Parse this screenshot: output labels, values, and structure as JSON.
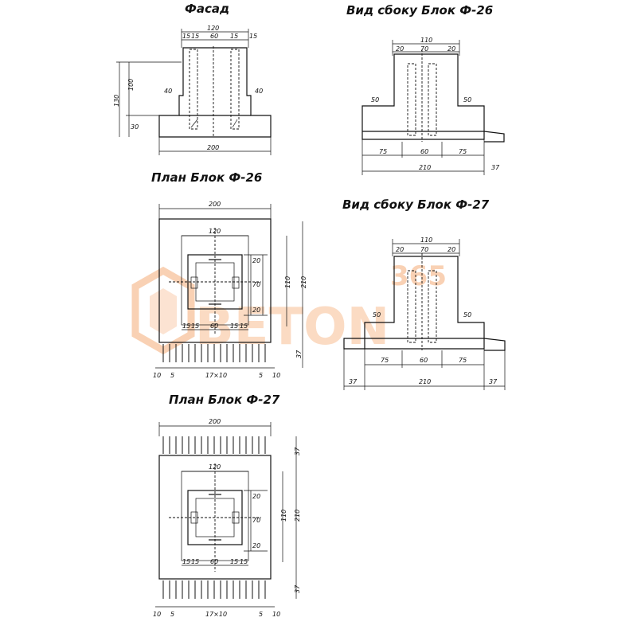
{
  "titles": {
    "facade": "Фасад",
    "side_f26": "Вид сбоку    Блок Ф-26",
    "plan_f26": "План   Блок Ф-26",
    "side_f27": "Вид сбоку    Блок Ф-27",
    "plan_f27": "План   Блок Ф-27"
  },
  "facade": {
    "d_top": "120",
    "d_15a": "15",
    "d_15b": "15",
    "d_60": "60",
    "d_15c": "15",
    "d_15d": "15",
    "d_40l": "40",
    "d_40r": "40",
    "d_total_h": "130",
    "d_upper_h": "100",
    "d_lower_h": "30",
    "d_width": "200"
  },
  "side_f26": {
    "d_110": "110",
    "d_20a": "20",
    "d_70": "70",
    "d_20b": "20",
    "d_50l": "50",
    "d_50r": "50",
    "d_75a": "75",
    "d_60": "60",
    "d_75b": "75",
    "d_210": "210",
    "d_37": "37"
  },
  "plan_f26": {
    "d_200": "200",
    "d_120": "120",
    "d_15a": "15",
    "d_15b": "15",
    "d_60": "60",
    "d_15c": "15",
    "d_15d": "15",
    "d_r20a": "20",
    "d_r70": "70",
    "d_r20b": "20",
    "d_110": "110",
    "d_210": "210",
    "d_37": "37",
    "d_10a": "10",
    "d_5a": "5",
    "d_17x10": "17×10",
    "d_5b": "5",
    "d_10b": "10"
  },
  "side_f27": {
    "d_110": "110",
    "d_20a": "20",
    "d_70": "70",
    "d_20b": "20",
    "d_50l": "50",
    "d_50r": "50",
    "d_75a": "75",
    "d_60": "60",
    "d_75b": "75",
    "d_37a": "37",
    "d_210": "210",
    "d_37b": "37"
  },
  "plan_f27": {
    "d_200": "200",
    "d_120": "120",
    "d_15a": "15",
    "d_15b": "15",
    "d_60": "60",
    "d_15c": "15",
    "d_15d": "15",
    "d_r20a": "20",
    "d_r70": "70",
    "d_r20b": "20",
    "d_110": "110",
    "d_210": "210",
    "d_37a": "37",
    "d_37b": "37",
    "d_10a": "10",
    "d_5a": "5",
    "d_17x10": "17×10",
    "d_5b": "5",
    "d_10b": "10"
  },
  "watermark": {
    "logo_text": "BETON",
    "logo_number": "365",
    "color": "#f39a5a"
  }
}
